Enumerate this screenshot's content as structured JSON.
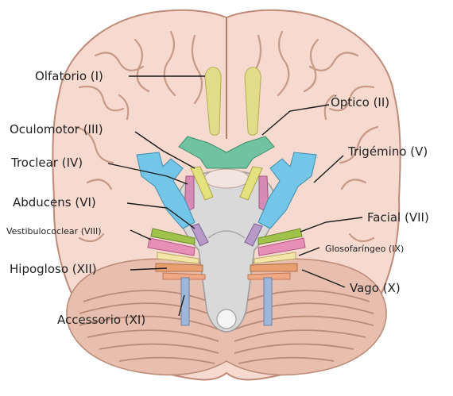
{
  "labels": {
    "olfatorio": "Olfatorio (I)",
    "optico": "Óptico (II)",
    "oculomotor": "Oculomotor (III)",
    "troclear": "Troclear (IV)",
    "trigemino": "Trigémino (V)",
    "abducens": "Abducens (VI)",
    "facial": "Facial (VII)",
    "vestibulococlear": "Vestibulococlear (VIII)",
    "glosofaringeo": "Glosofaríngeo (IX)",
    "vago": "Vago (X)",
    "accessorio": "Accessorio (XI)",
    "hipogloso": "Hipogloso (XII)"
  },
  "colors": {
    "brain": "#f6d9cf",
    "brain_outline": "#c08a78",
    "cerebellum": "#e8bfae",
    "brainstem": "#d9d9d9",
    "olfactory": "#e0dc8a",
    "optic": "#6fc3a0",
    "oculomotor": "#e4e27e",
    "trochlear": "#d78ab5",
    "trigeminal": "#74c6e8",
    "abducens": "#b79ac8",
    "facial": "#9fc24a",
    "vestibulocochlear": "#e88fb8",
    "glossopharyngeal": "#f3e6a8",
    "vagus": "#e8a070",
    "accessory": "#9fb6d6",
    "hypoglossal": "#f0a884"
  }
}
